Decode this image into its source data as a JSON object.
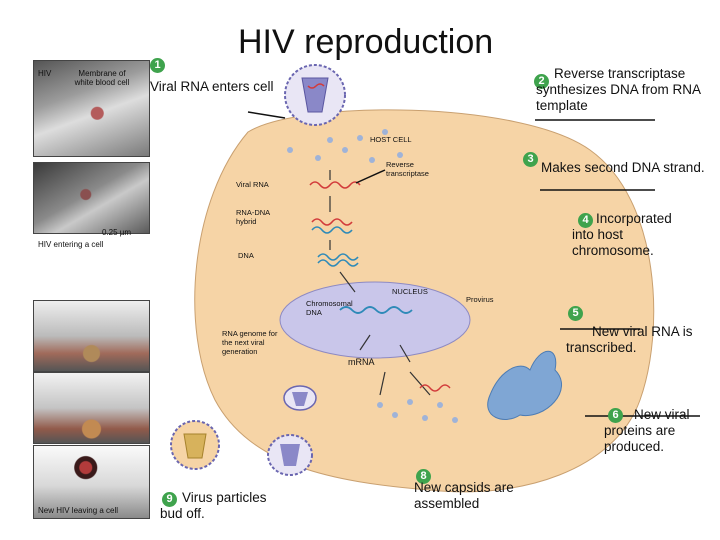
{
  "title": "HIV reproduction",
  "steps": [
    {
      "num": "1",
      "text": "Viral RNA enters cell"
    },
    {
      "num": "2",
      "text": "Reverse transcriptase synthesizes DNA from RNA template"
    },
    {
      "num": "3",
      "text": "Makes second DNA strand."
    },
    {
      "num": "4",
      "text": "Incorporated into host chromosome."
    },
    {
      "num": "5",
      "text": "New viral RNA is transcribed."
    },
    {
      "num": "6",
      "text": "New viral proteins are produced."
    },
    {
      "num": "8",
      "text": "New capsids are assembled"
    },
    {
      "num": "9",
      "text": "Virus particles bud off."
    }
  ],
  "labels": {
    "host_cell": "HOST CELL",
    "reverse_transcriptase": "Reverse transcriptase",
    "viral_rna": "Viral RNA",
    "rna_dna_hybrid": "RNA-DNA hybrid",
    "dna": "DNA",
    "nucleus": "NUCLEUS",
    "provirus": "Provirus",
    "chromosomal_dna": "Chromosomal DNA",
    "rna_genome": "RNA genome for the next viral generation",
    "mrna": "mRNA"
  },
  "photos": {
    "hiv": "HIV",
    "membrane": "Membrane of white blood cell",
    "scale": "0.25 µm",
    "entering": "HIV entering a cell",
    "leaving": "New HIV leaving a cell"
  },
  "colors": {
    "cell": "#f6d4a6",
    "nucleus": "#c9c6ea",
    "badge": "#3fa34d",
    "virus": "#8a88c8",
    "rna": "#d23b3b",
    "dna": "#2e8ab8"
  }
}
